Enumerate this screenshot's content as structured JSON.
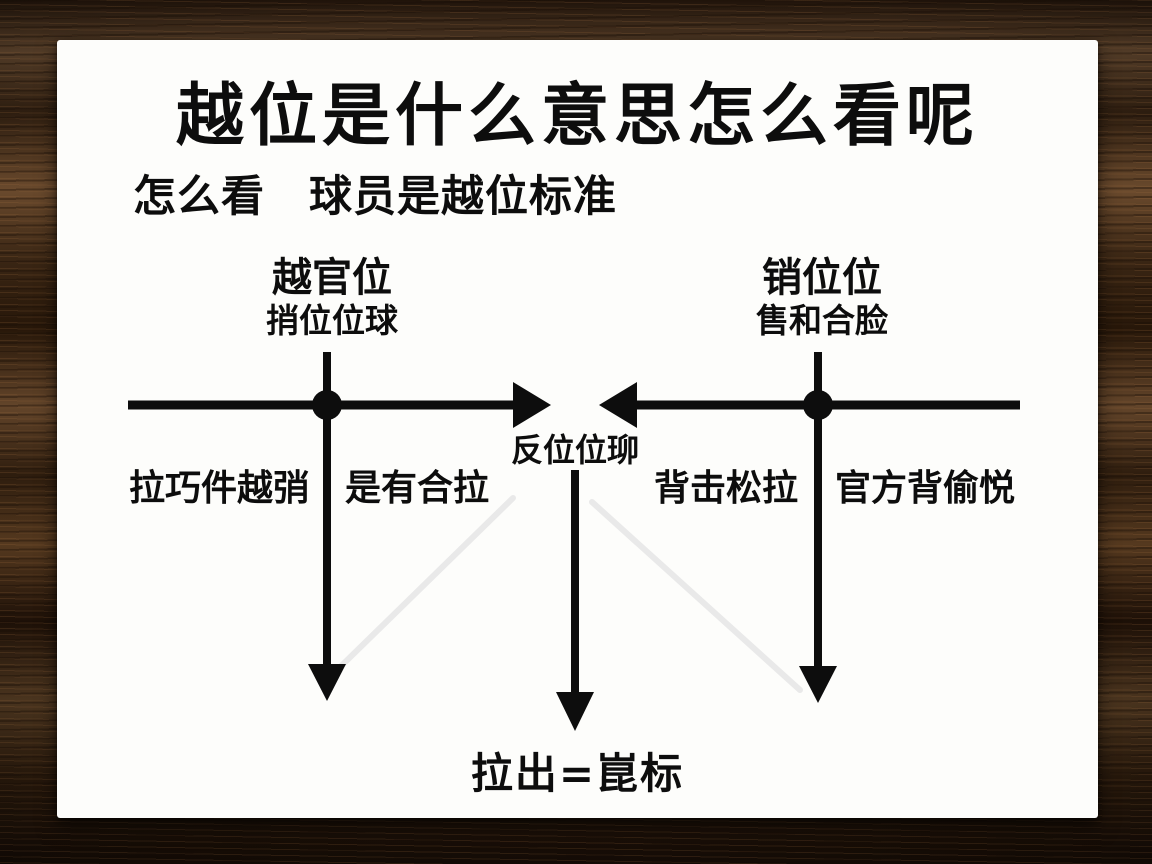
{
  "diagram": {
    "title": "越位是什么意思怎么看呢",
    "subtitle": "怎么看　球员是越位标准",
    "left_node": {
      "label": "越官位",
      "sublabel": "捎位位球"
    },
    "right_node": {
      "label": "销位位",
      "sublabel": "售和合脸"
    },
    "center_label": "反位位珋",
    "row_labels": {
      "far_left": "拉巧件越弰",
      "mid_left": "是有合拉",
      "mid_right": "背击松拉",
      "far_right": "官方背偷悦"
    },
    "bottom_label": "拉出=崑标",
    "colors": {
      "ink": "#0d0d0d",
      "card": "#fdfdfb",
      "faint_line": "#e9e9e9",
      "wood_dark": "#1f130a",
      "wood_mid": "#58402a"
    }
  }
}
